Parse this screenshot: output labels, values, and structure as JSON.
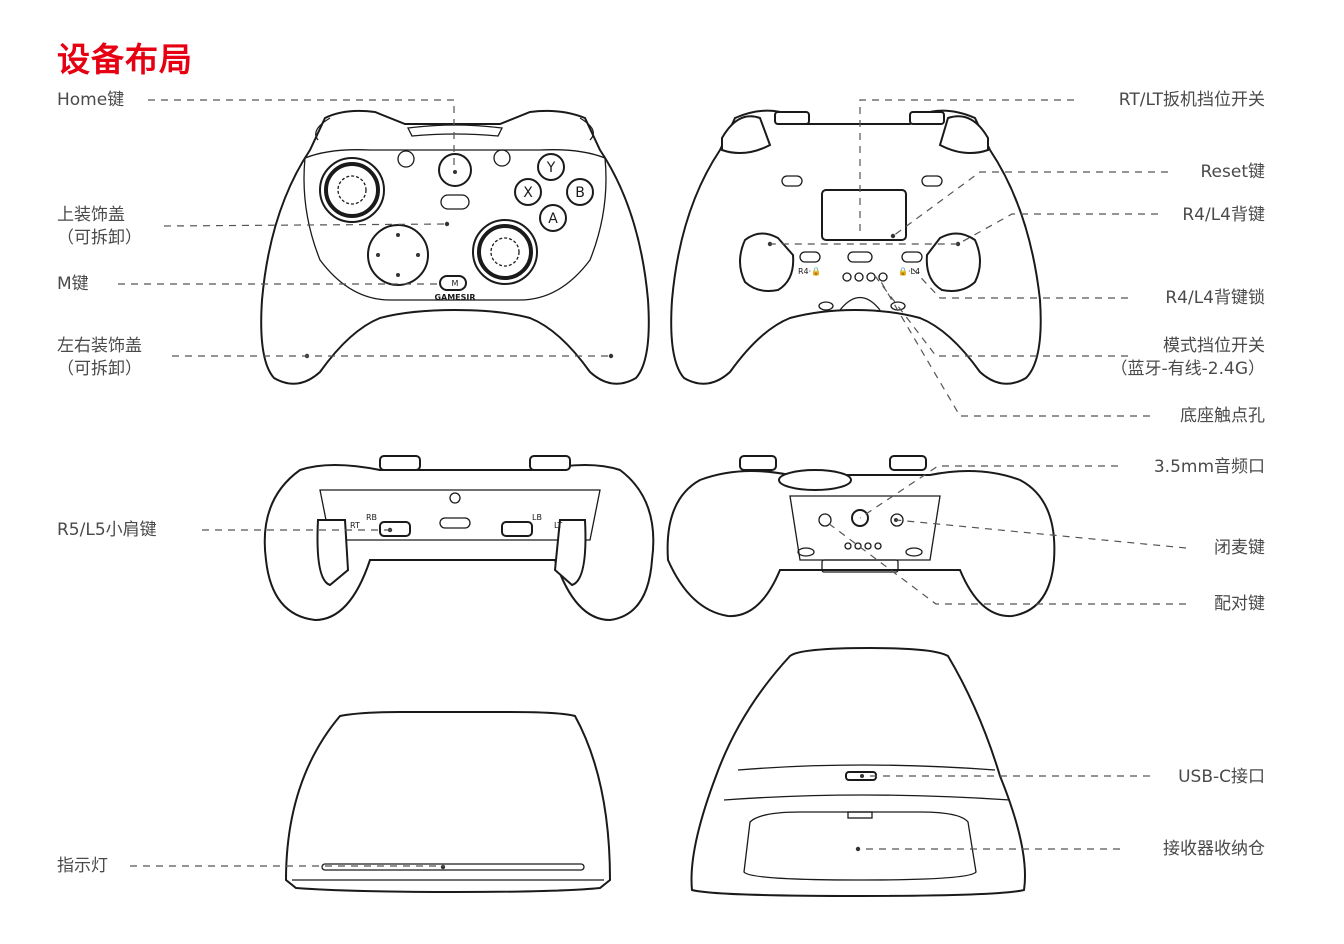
{
  "title": "设备布局",
  "labels": {
    "home": "Home键",
    "top_cover_1": "上装饰盖",
    "top_cover_2": "（可拆卸）",
    "m_key": "M键",
    "side_cover_1": "左右装饰盖",
    "side_cover_2": "（可拆卸）",
    "rt_lt": "RT/LT扳机挡位开关",
    "reset": "Reset键",
    "r4_l4": "R4/L4背键",
    "r4_l4_lock": "R4/L4背键锁",
    "mode_1": "模式挡位开关",
    "mode_2": "（蓝牙-有线-2.4G）",
    "base_contacts": "底座触点孔",
    "r5_l5": "R5/L5小肩键",
    "audio": "3.5mm音频口",
    "mic": "闭麦键",
    "pair": "配对键",
    "indicator": "指示灯",
    "usbc": "USB-C接口",
    "receiver": "接收器收纳仓"
  },
  "device": {
    "brand": "GAMESIR",
    "buttons": {
      "y": "Y",
      "x": "X",
      "b": "B",
      "a": "A",
      "m": "M"
    },
    "back_r4": "R4·🔒",
    "back_l4": "🔒·L4",
    "top_rb": "RB",
    "top_rt": "RT",
    "top_lb": "LB",
    "top_lt": "LT"
  }
}
